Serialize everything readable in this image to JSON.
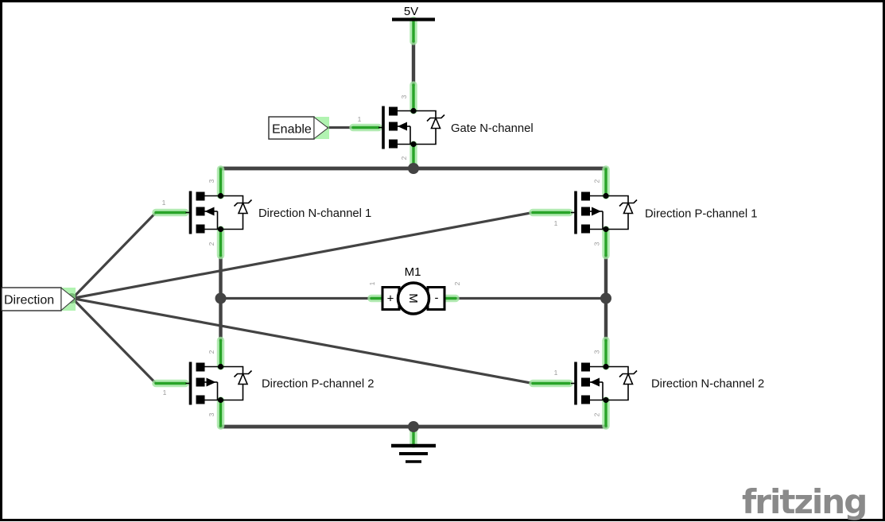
{
  "canvas": {
    "background": "#ffffff",
    "border_color": "#000000"
  },
  "colors": {
    "wire": "#434343",
    "highlight_green": "#28a428",
    "highlight_glow": "#9fe59f",
    "component_black": "#000000",
    "pin_label_gray": "#999999",
    "watermark_gray": "#8a8a8a"
  },
  "power": {
    "label": "5V"
  },
  "net_labels": {
    "enable": "Enable",
    "direction": "Direction"
  },
  "mosfets": {
    "gate": {
      "label": "Gate N-channel",
      "pin_top": "3",
      "pin_gate": "1",
      "pin_bottom": "2"
    },
    "n1": {
      "label": "Direction N-channel 1",
      "pin_top": "3",
      "pin_gate": "1",
      "pin_bottom": "2"
    },
    "p1": {
      "label": "Direction P-channel 1",
      "pin_top": "2",
      "pin_gate": "1",
      "pin_bottom": "3"
    },
    "p2": {
      "label": "Direction P-channel 2",
      "pin_top": "2",
      "pin_gate": "1",
      "pin_bottom": "3"
    },
    "n2": {
      "label": "Direction N-channel 2",
      "pin_top": "3",
      "pin_gate": "1",
      "pin_bottom": "2"
    }
  },
  "motor": {
    "designator": "M1",
    "plus": "+",
    "minus": "-",
    "letter": "M",
    "pin_left": "1",
    "pin_right": "2"
  },
  "watermark": "fritzing"
}
